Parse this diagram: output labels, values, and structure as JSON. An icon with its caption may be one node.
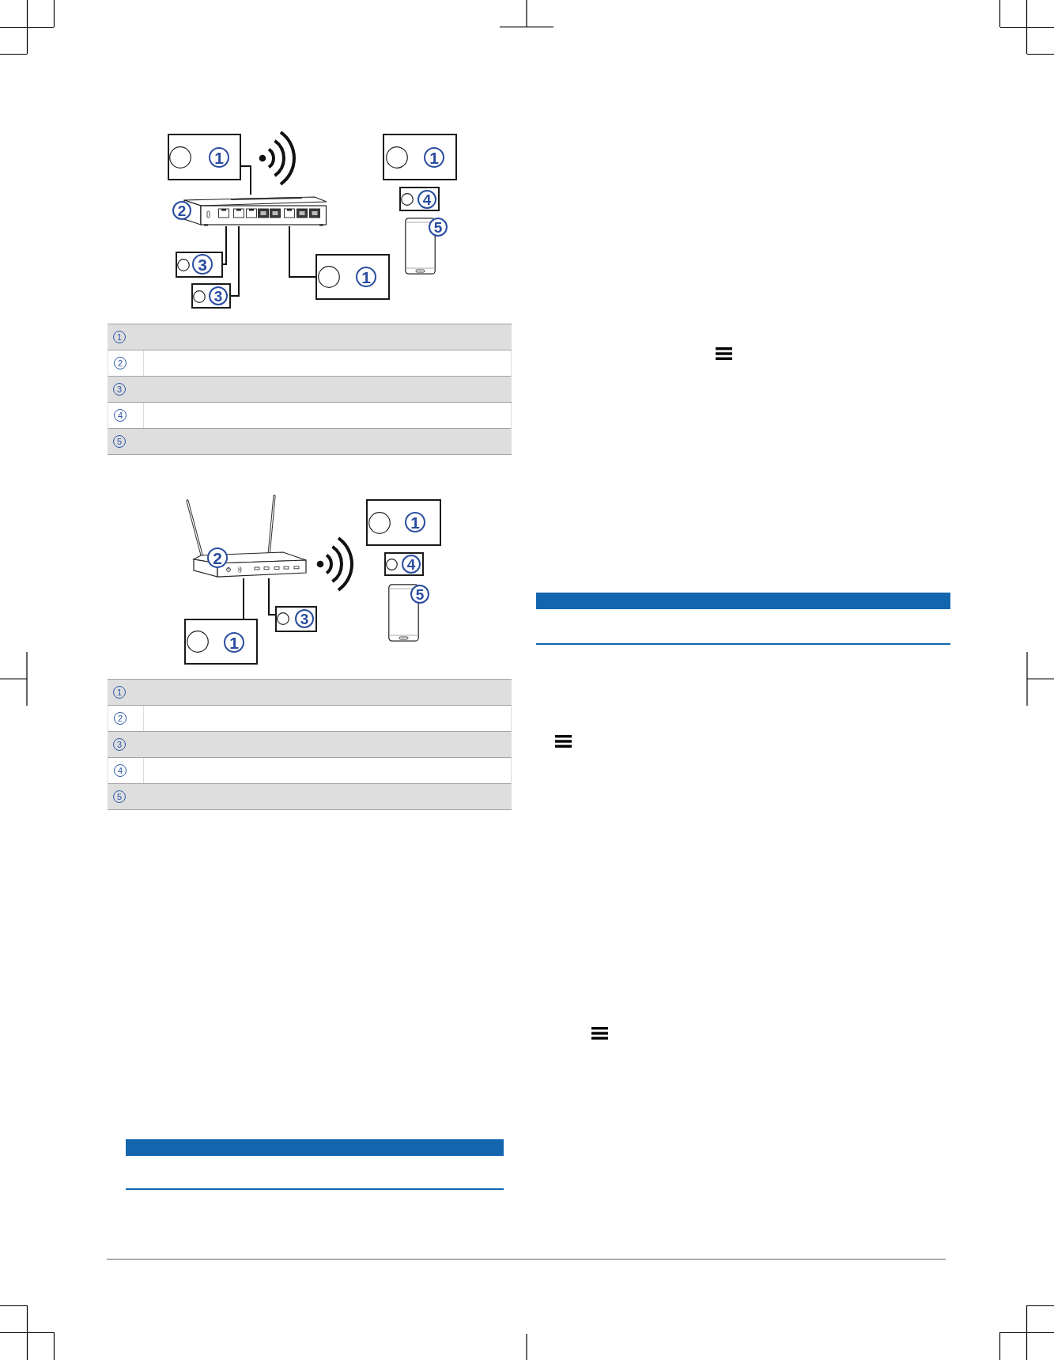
{
  "diagram": {
    "nodes": [
      {
        "text": [
          "1"
        ]
      },
      {
        "text": [
          "1"
        ]
      },
      {
        "text": [
          "2"
        ]
      },
      {
        "text": [
          "4"
        ]
      },
      {
        "text": [
          "5"
        ]
      },
      {
        "text": [
          "3"
        ]
      },
      {
        "text": [
          "1"
        ]
      },
      {
        "text": [
          "3"
        ]
      },
      {
        "text": [
          "2"
        ]
      },
      {
        "text": [
          "1"
        ]
      },
      {
        "text": [
          "4"
        ]
      },
      {
        "text": [
          "5"
        ]
      },
      {
        "text": [
          "3"
        ]
      },
      {
        "text": [
          "1"
        ]
      },
      {
        "text": [],
        "shape": "bar"
      },
      {
        "text": [],
        "shape": "bar"
      }
    ],
    "edges": [
      {
        "from": 0,
        "to": 2,
        "arrow": "none"
      },
      {
        "from": 2,
        "to": 5,
        "arrow": "none"
      },
      {
        "from": 2,
        "to": 6,
        "arrow": "none"
      },
      {
        "from": 2,
        "to": 7,
        "arrow": "none"
      },
      {
        "from": 8,
        "to": 13,
        "arrow": "none"
      },
      {
        "from": 8,
        "to": 12,
        "arrow": "none"
      }
    ],
    "labels": [
      "1",
      "2",
      "3",
      "4",
      "5",
      "1",
      "2",
      "3",
      "4",
      "5"
    ]
  }
}
